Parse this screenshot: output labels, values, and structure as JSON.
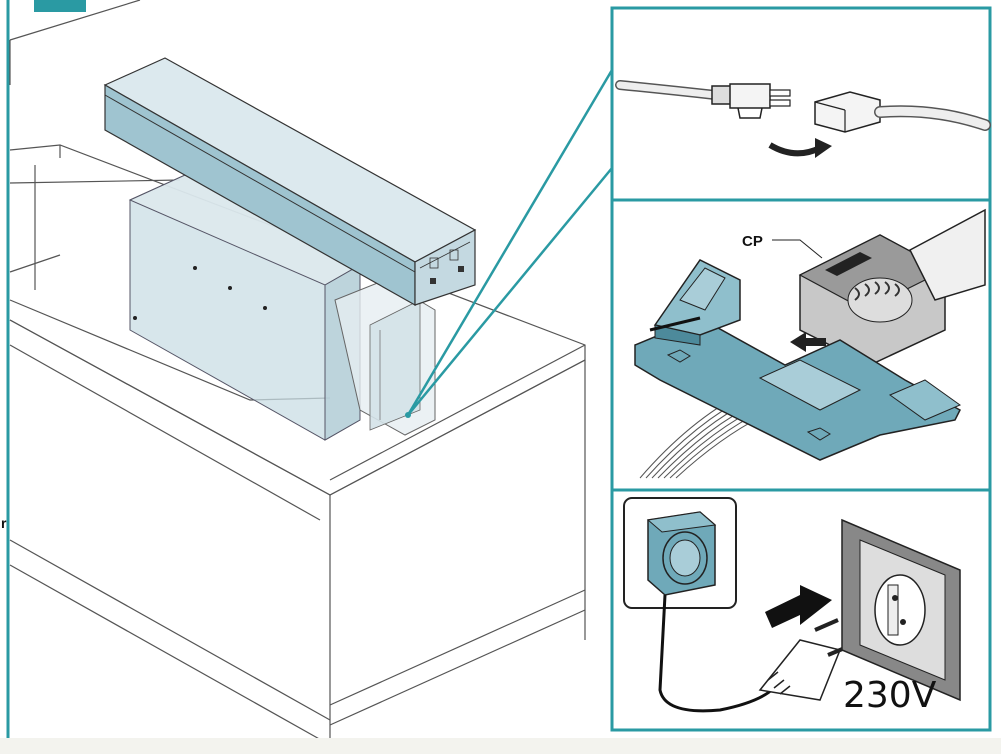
{
  "labels": {
    "connector_part": "CP",
    "voltage": "230V",
    "edge_fragment": "r"
  },
  "colors": {
    "accent_frame": "#2a9aa3",
    "part_fill": "#6fa9b9",
    "part_light": "#a9cdd8",
    "cabinet_fill": "#c9dde4",
    "line": "#333333"
  },
  "panels": [
    {
      "name": "cable-connector-panel"
    },
    {
      "name": "connector-clip-panel"
    },
    {
      "name": "power-plug-panel"
    }
  ]
}
